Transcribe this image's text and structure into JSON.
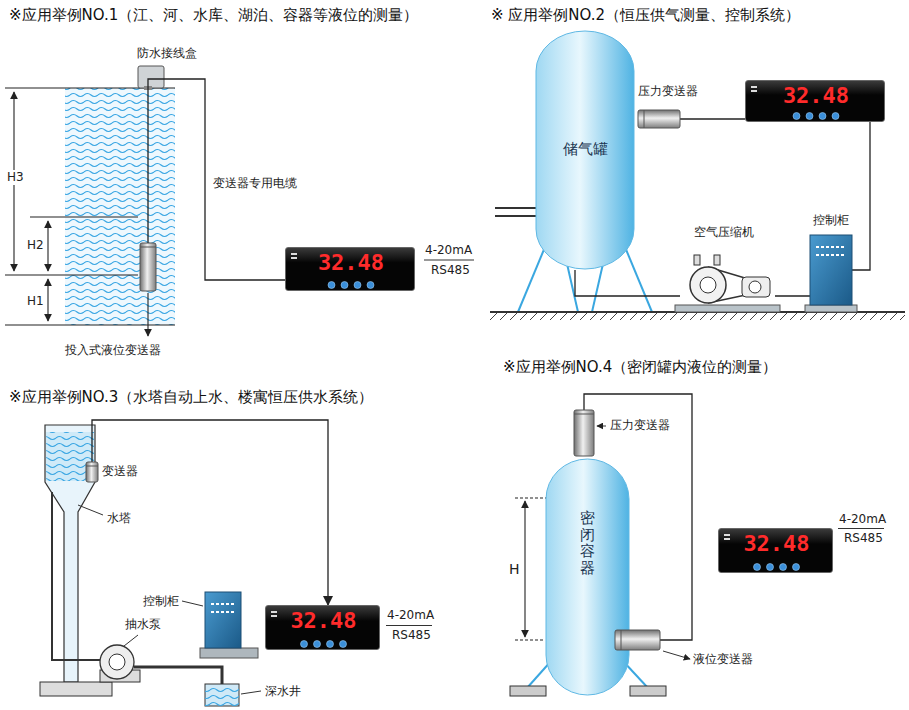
{
  "diagram": {
    "nodes": [
      {
        "text": [
          "投入式液位变送器"
        ]
      },
      {
        "text": [
          "32.48"
        ]
      },
      {
        "text": [
          "储气罐"
        ]
      },
      {
        "text": [
          "压力变送器"
        ]
      },
      {
        "text": [
          "32.48"
        ]
      },
      {
        "text": [
          "空气压缩机"
        ]
      },
      {
        "text": [
          "控制柜"
        ]
      },
      {
        "text": [
          "变送器"
        ]
      },
      {
        "text": [
          "控制柜"
        ]
      },
      {
        "text": [
          "32.48"
        ]
      },
      {
        "text": [
          "压力变送器"
        ]
      },
      {
        "text": [
          "密闭容器"
        ]
      },
      {
        "text": [
          "32.48"
        ]
      },
      {
        "text": [
          "液位变送器"
        ]
      }
    ],
    "edges": [
      {
        "from": 0,
        "to": 1,
        "label": "变送器专用电缆",
        "arrow": "none"
      },
      {
        "from": 2,
        "to": 5,
        "arrow": "none"
      },
      {
        "from": 3,
        "to": 4,
        "arrow": "none"
      },
      {
        "from": 4,
        "to": 6,
        "arrow": "none"
      },
      {
        "from": 5,
        "to": 6,
        "arrow": "none"
      },
      {
        "from": 7,
        "to": 9,
        "arrow": "to"
      },
      {
        "from": 10,
        "to": 13,
        "arrow": "none"
      }
    ],
    "labels": [
      "※应用举例NO.1（江、河、水库、湖泊、容器等液位的测量）",
      "※ 应用举例NO.2（恒压供气测量、控制系统）",
      "防水接线盒",
      "H3",
      "H2",
      "H1",
      "4-20mA",
      "RS485",
      "※应用举例NO.3（水塔自动上水、楼寓恒压供水系统）",
      "水塔",
      "抽水泵",
      "深水井",
      "4-20mA",
      "RS485",
      "※应用举例NO.4（密闭罐内液位的测量）",
      "H",
      "4-20mA",
      "RS485"
    ]
  }
}
